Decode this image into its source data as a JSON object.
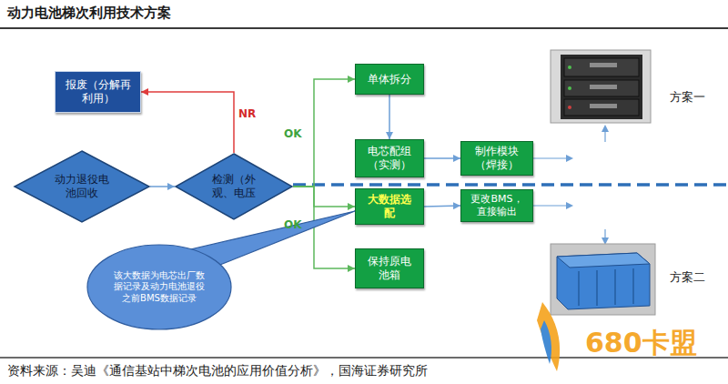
{
  "diagram": {
    "title": "动力电池梯次利用技术方案",
    "caption": "资料来源：吴迪《通信基站中梯次电池的应用价值分析》，国海证券研究所",
    "nodes": [
      {
        "text": [
          "动力退役电池回收"
        ]
      },
      {
        "text": [
          "检测（外观、电压"
        ]
      },
      {
        "text": [
          "报废（分解再利用）"
        ]
      },
      {
        "text": [
          "单体拆分"
        ]
      },
      {
        "text": [
          "电芯配组（实测）"
        ]
      },
      {
        "text": [
          "制作模块（焊接）"
        ]
      },
      {
        "text": [
          "大数据选配"
        ]
      },
      {
        "text": [
          "更改BMS，直接输出"
        ]
      },
      {
        "text": [
          "保持原电池箱"
        ]
      },
      {
        "text": [
          "该大数据为电芯出厂数据记录及动力电池退役之前BMS数据记录"
        ]
      }
    ],
    "edges": [
      {
        "from": 0,
        "to": 1,
        "arrow": "to"
      },
      {
        "from": 1,
        "to": 2,
        "arrow": "to",
        "label": "NR"
      },
      {
        "from": 1,
        "to": 3,
        "arrow": "to",
        "label": "OK"
      },
      {
        "from": 1,
        "to": 6,
        "arrow": "to"
      },
      {
        "from": 1,
        "to": 8,
        "arrow": "to",
        "label": "OK"
      },
      {
        "from": 3,
        "to": 4,
        "arrow": "to"
      },
      {
        "from": 4,
        "to": 5,
        "arrow": "to"
      },
      {
        "from": 6,
        "to": 7,
        "arrow": "to"
      }
    ],
    "labels": [
      "方案一",
      "方案二",
      "680卡盟"
    ]
  }
}
